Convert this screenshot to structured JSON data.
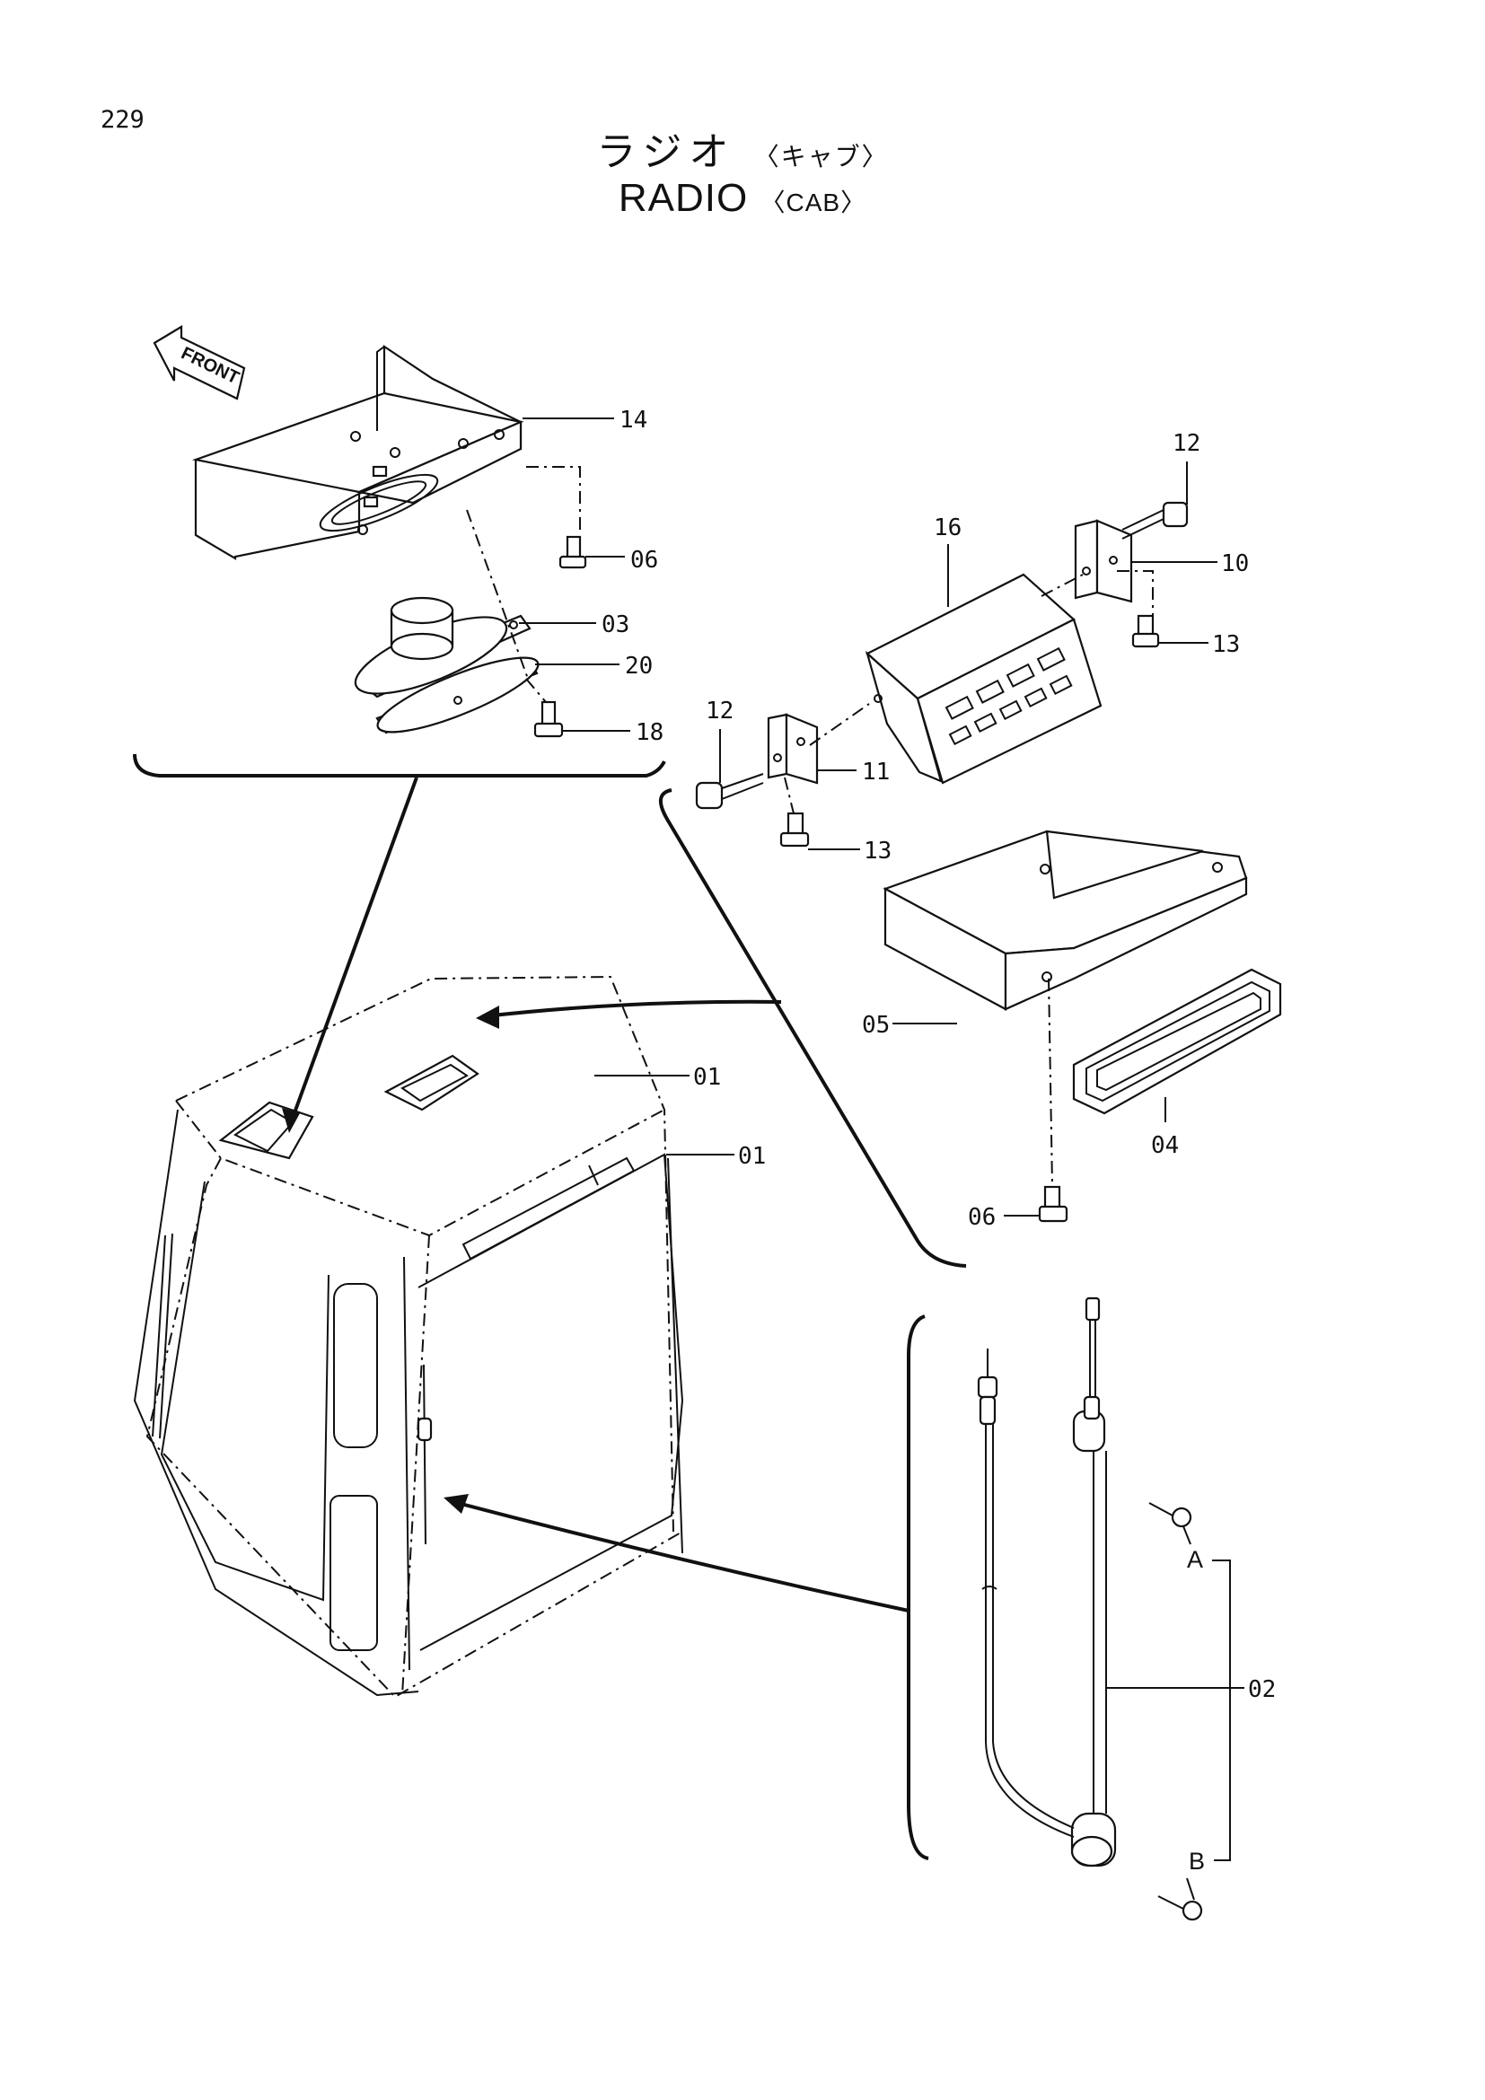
{
  "page_number": "229",
  "title_ja": "ラジオ",
  "title_ja_sub": "〈キャブ〉",
  "title_en": "RADIO",
  "title_en_sub": "〈CAB〉",
  "front_label": "FRONT",
  "callouts": {
    "c14": "14",
    "c06a": "06",
    "c03": "03",
    "c20": "20",
    "c18": "18",
    "c12a": "12",
    "c16": "16",
    "c10": "10",
    "c13a": "13",
    "c12b": "12",
    "c11": "11",
    "c13b": "13",
    "c05": "05",
    "c04": "04",
    "c06b": "06",
    "c01a": "01",
    "c01b": "01",
    "cA": "A",
    "cB": "B",
    "c02": "02"
  }
}
